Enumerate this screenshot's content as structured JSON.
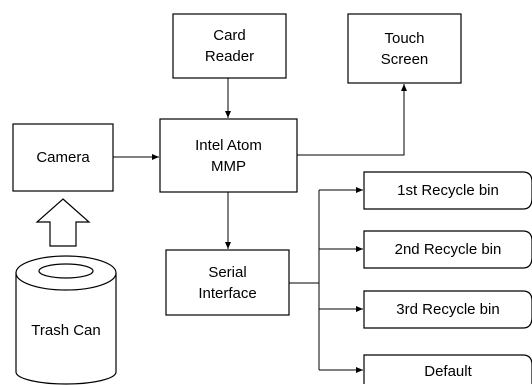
{
  "nodes": {
    "card_reader": [
      "Card",
      "Reader"
    ],
    "touch_screen": [
      "Touch",
      "Screen"
    ],
    "camera": [
      "Camera"
    ],
    "intel_atom": [
      "Intel Atom",
      "MMP"
    ],
    "serial_interface": [
      "Serial",
      "Interface"
    ],
    "trash_can": [
      "Trash Can"
    ],
    "bin1": [
      "1st Recycle bin"
    ],
    "bin2": [
      "2nd Recycle bin"
    ],
    "bin3": [
      "3rd Recycle bin"
    ],
    "default_bin": [
      "Default"
    ]
  },
  "colors": {
    "stroke": "#000000",
    "fill": "#ffffff"
  }
}
